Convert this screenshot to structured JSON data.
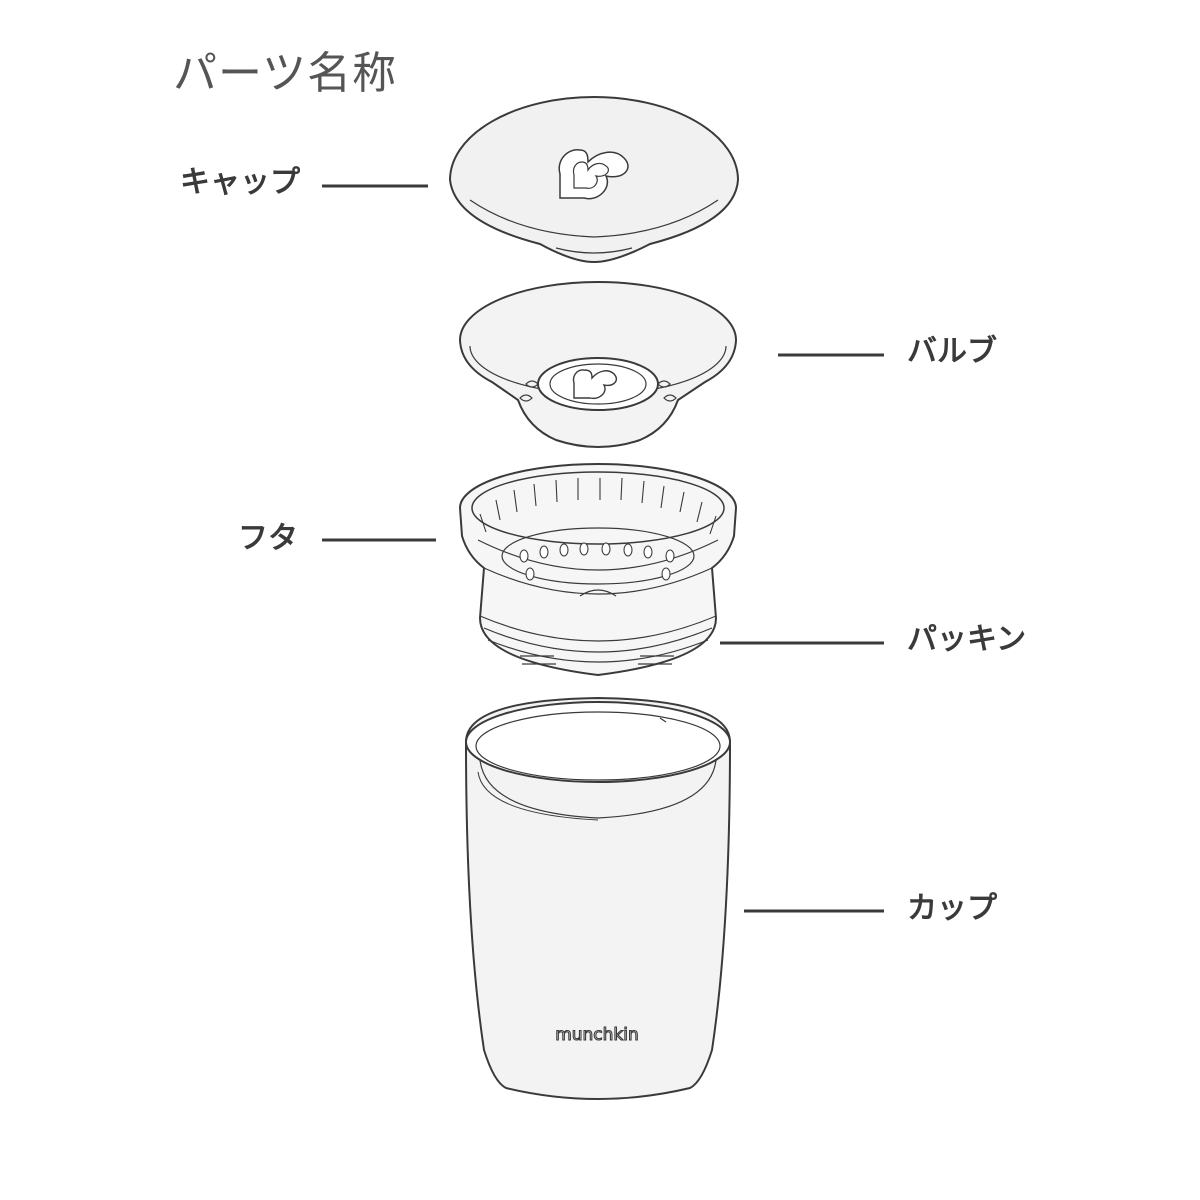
{
  "page_title": "パーツ名称",
  "parts": {
    "cap": "キャップ",
    "valve": "バルブ",
    "lid": "フタ",
    "gasket": "パッキン",
    "cup": "カップ"
  },
  "brand": "munchkin",
  "colors": {
    "line": "#3a3a3a",
    "fill": "#f1f1f1",
    "fill_light": "#f6f6f6"
  }
}
